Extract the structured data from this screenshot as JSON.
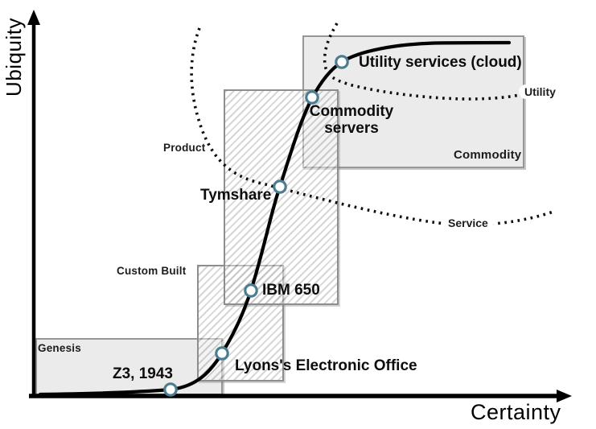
{
  "diagram": {
    "y_axis_label": "Ubiquity",
    "x_axis_label": "Certainty",
    "description": "Evolution S-curve diagram: ubiquity versus certainty with stage regions and milestone points"
  },
  "regions": {
    "genesis": {
      "label": "Genesis",
      "style": "solid-gray"
    },
    "custom_built": {
      "label": "Custom Built",
      "style": "hatched"
    },
    "product": {
      "label": "Product",
      "style": "hatched"
    },
    "commodity": {
      "label": "Commodity",
      "style": "solid-gray"
    }
  },
  "boundaries": {
    "service": {
      "label": "Service",
      "style": "dotted-curve"
    },
    "utility": {
      "label": "Utility",
      "style": "dotted-curve"
    }
  },
  "milestones": [
    {
      "id": "z3",
      "label": "Z3, 1943"
    },
    {
      "id": "lyons",
      "label": "Lyons's Electronic Office"
    },
    {
      "id": "ibm-650",
      "label": "IBM 650"
    },
    {
      "id": "tymshare",
      "label": "Tymshare"
    },
    {
      "id": "commodity-servers",
      "label": "Commodity servers"
    },
    {
      "id": "utility-cloud",
      "label": "Utility services (cloud)"
    }
  ],
  "colors": {
    "curve": "#000000",
    "dotted_boundary": "#0a0a0a",
    "marker_stroke": "#4b7d91",
    "marker_fill": "#ffffff",
    "solid_box_fill": "#ebebeb",
    "box_border": "#8d8d8d",
    "background": "#ffffff"
  }
}
